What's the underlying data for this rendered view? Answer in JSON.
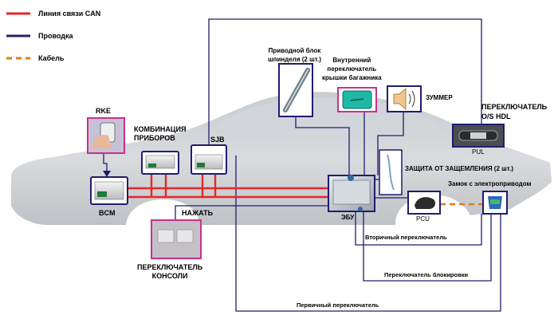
{
  "legend": {
    "can": "Линия связи CAN",
    "wire": "Проводка",
    "cable": "Кабель"
  },
  "labels": {
    "rke": "RKE",
    "cluster_line1": "КОМБИНАЦИЯ",
    "cluster_line2": "ПРИБОРОВ",
    "sjb": "SJB",
    "bcm": "BCM",
    "press": "НАЖАТЬ",
    "console_line1": "ПЕРЕКЛЮЧАТЕЛЬ",
    "console_line2": "КОНСОЛИ",
    "spindle_line1": "Приводной блок",
    "spindle_line2": "шпинделя (2 шт.)",
    "trunk_line1": "Внутренний",
    "trunk_line2": "переключатель",
    "trunk_line3": "крышки багажника",
    "buzzer": "ЗУММЕР",
    "os_hdl_line1": "ПЕРЕКЛЮЧАТЕЛЬ",
    "os_hdl_line2": "O/S HDL",
    "pul": "PUL",
    "pinch": "ЗАЩИТА ОТ ЗАЩЕМЛЕНИЯ (2 шт.)",
    "lock": "Замок с электроприводом",
    "ecu": "ЭБУ",
    "pcu": "PCU",
    "secondary": "Вторичный переключатель",
    "lock_switch": "Переключатель блокировки",
    "primary": "Первичный переключатель"
  },
  "colors": {
    "can_line": "#e8262a",
    "wire": "#1f1d6e",
    "cable": "#e07b1a"
  }
}
